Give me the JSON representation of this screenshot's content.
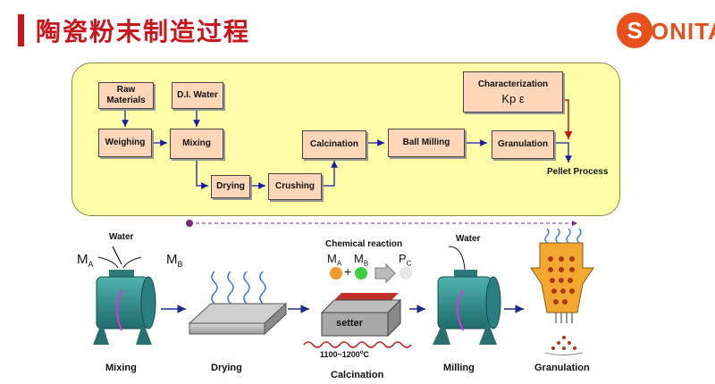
{
  "header": {
    "title": "陶瓷粉末制造过程"
  },
  "logo": {
    "mark": "S",
    "text": "ONITAC"
  },
  "flow": {
    "raw": "Raw Materials",
    "di": "D.I. Water",
    "weighing": "Weighing",
    "mixing": "Mixing",
    "drying": "Drying",
    "crushing": "Crushing",
    "calcination": "Calcination",
    "ball_milling": "Ball Milling",
    "granulation": "Granulation",
    "characterization": "Characterization",
    "kp": "Kp ε",
    "pellet": "Pellet Process"
  },
  "illus": {
    "water1": "Water",
    "water2": "Water",
    "ma": "M",
    "ma_sub": "A",
    "mb": "M",
    "mb_sub": "B",
    "chem": "Chemical reaction",
    "cma": "M",
    "cma_sub": "A",
    "cmb": "M",
    "cmb_sub": "B",
    "pc": "P",
    "pc_sub": "C",
    "plus": "+",
    "setter": "setter",
    "temp": "1100~1200",
    "temp_sup": "o",
    "temp_unit": "C",
    "labels": [
      "Mixing",
      "Drying",
      "Calcination",
      "Milling",
      "Granulation"
    ]
  },
  "colors": {
    "accent": "#c8161d",
    "box": "#ffd6b8",
    "panel": "#fefea8",
    "teal": "#2e8b8b"
  }
}
